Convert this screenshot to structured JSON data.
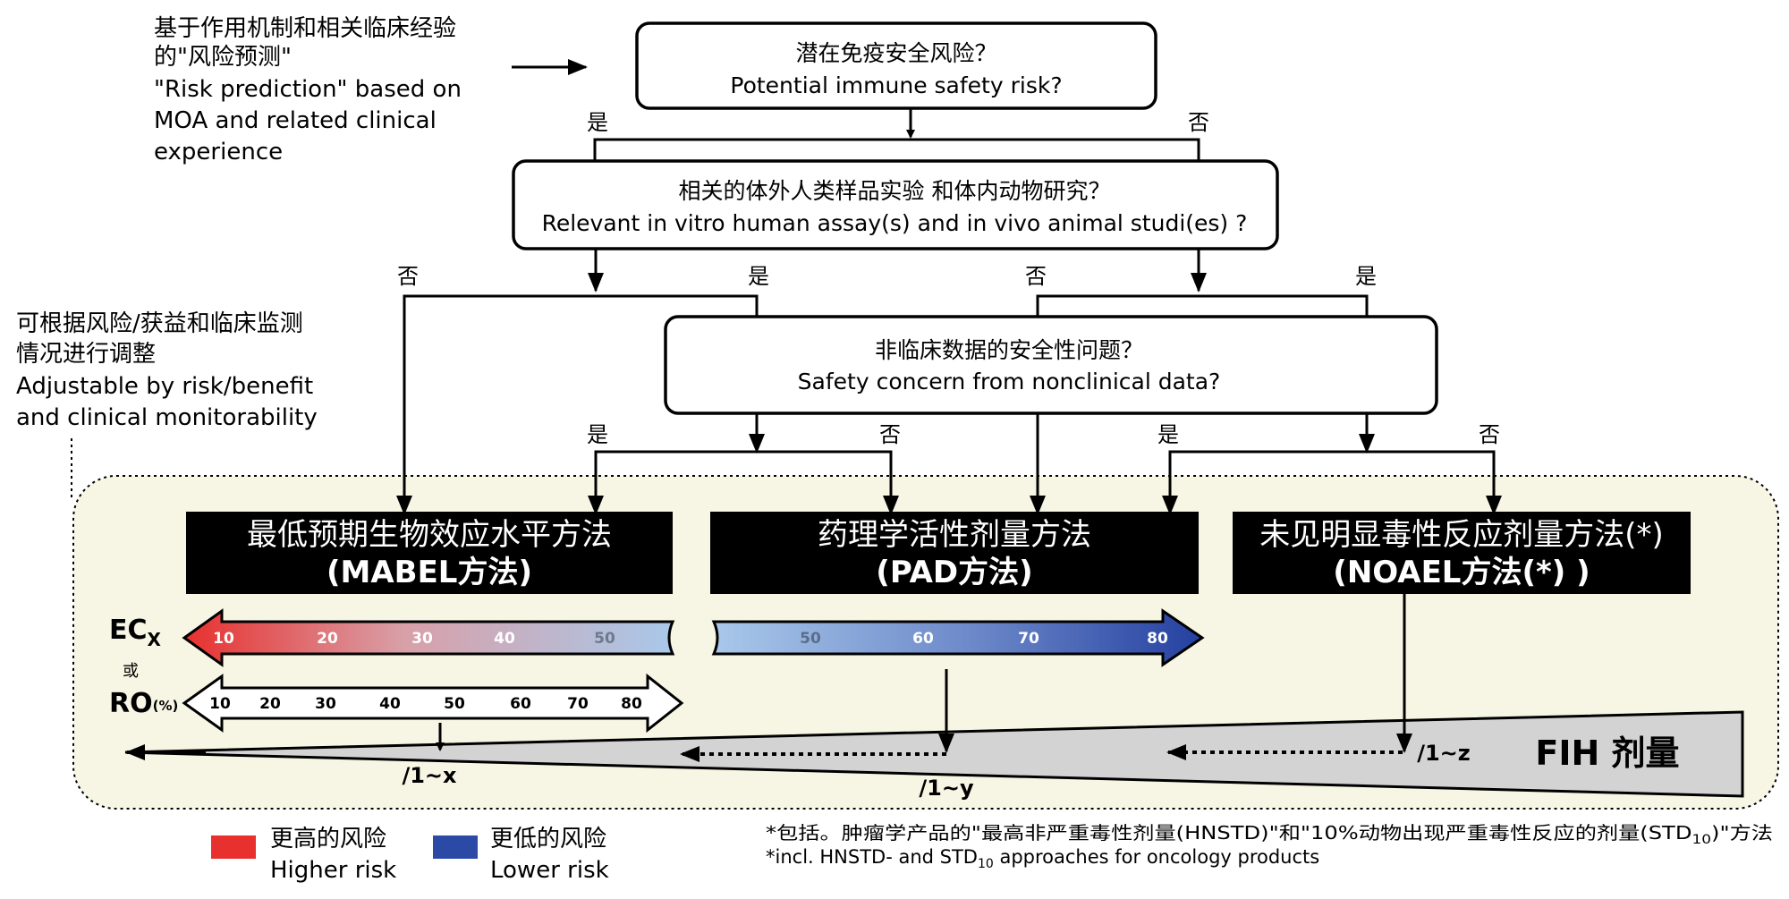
{
  "intro": {
    "zh_line1": "基于作用机制和相关临床经验",
    "zh_line2": "的\"风险预测\"",
    "en_line1": "\"Risk prediction\" based on",
    "en_line2": "MOA and related clinical",
    "en_line3": "experience"
  },
  "adjust_note": {
    "zh_line1": "可根据风险/获益和临床监测",
    "zh_line2": "情况进行调整",
    "en_line1": "Adjustable by risk/benefit",
    "en_line2": "and clinical monitorability"
  },
  "q1": {
    "zh": "潜在免疫安全风险？",
    "en": "Potential immune safety risk?",
    "yes": "是",
    "no": "否"
  },
  "q2": {
    "zh": "相关的体外人类样品实验  和体内动物研究？",
    "en": "Relevant in vitro human assay(s)   and in vivo animal studi(es) ?",
    "no_left": "否",
    "yes_left": "是",
    "no_right": "否",
    "yes_right": "是"
  },
  "q3": {
    "zh": "非临床数据的安全性问题？",
    "en": "Safety concern from nonclinical data?",
    "yes_left": "是",
    "no_left": "否",
    "yes_right": "是",
    "no_right": "否"
  },
  "methods": {
    "mabel": {
      "zh": "最低预期生物效应水平方法",
      "code": "(MABEL方法)"
    },
    "pad": {
      "zh": "药理学活性剂量方法",
      "code": "(PAD方法)"
    },
    "noael": {
      "zh": "未见明显毒性反应剂量方法(*)",
      "code": "(NOAEL方法(*) )"
    }
  },
  "scale": {
    "ecx": "EC",
    "ecx_sub": "X",
    "or": "或",
    "ro": "RO",
    "ro_sub": "(%)",
    "red_ticks": [
      "10",
      "20",
      "30",
      "40",
      "50"
    ],
    "blue_ticks": [
      "50",
      "60",
      "70",
      "80"
    ],
    "ro_ticks": [
      "10",
      "20",
      "30",
      "40",
      "50",
      "60",
      "70",
      "80"
    ]
  },
  "dose": {
    "fih_label": "FIH 剂量",
    "x_label": "/1~x",
    "y_label": "/1~y",
    "z_label": "/1~z"
  },
  "legend": {
    "higher_zh": "更高的风险",
    "higher_en": "Higher risk",
    "lower_zh": "更低的风险",
    "lower_en": "Lower risk",
    "higher_color": "#e8302e",
    "lower_color": "#2a4aa6"
  },
  "footnote": {
    "zh": "*包括。肿瘤学产品的\"最高非严重毒性剂量(HNSTD)\"和\"10%动物出现严重毒性反应的剂量(STD",
    "zh_sub": "10",
    "zh_tail": ")\"方法",
    "en": "*incl. HNSTD- and STD",
    "en_sub": "10",
    "en_tail": " approaches for oncology products"
  },
  "colors": {
    "panel_bg": "#f7f6e4",
    "method_bg": "#000000",
    "triangle_fill": "#d3d3d3"
  }
}
